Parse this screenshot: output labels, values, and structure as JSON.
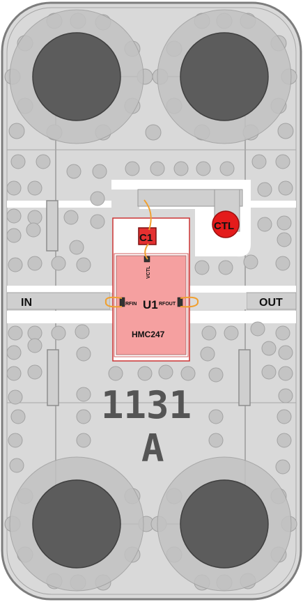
{
  "labels": {
    "in": "IN",
    "out": "OUT",
    "c1": "C1",
    "ctl": "CTL",
    "u1": "U1",
    "rfin": "RFIN",
    "rfout": "RFOUT",
    "vctl": "VCTL",
    "part": "HMC247",
    "board_number": "1131",
    "board_rev": "A"
  },
  "colors": {
    "board": "#d9d9d9",
    "via": "#bdbdbd",
    "mount_hole": "#595959",
    "outline": "#808080",
    "trace": "#ffffff",
    "chip_fill": "#f5a0a0",
    "chip_border": "#d33",
    "ctl_pad": "#e41b1b",
    "bond_wire": "#f0a030"
  }
}
